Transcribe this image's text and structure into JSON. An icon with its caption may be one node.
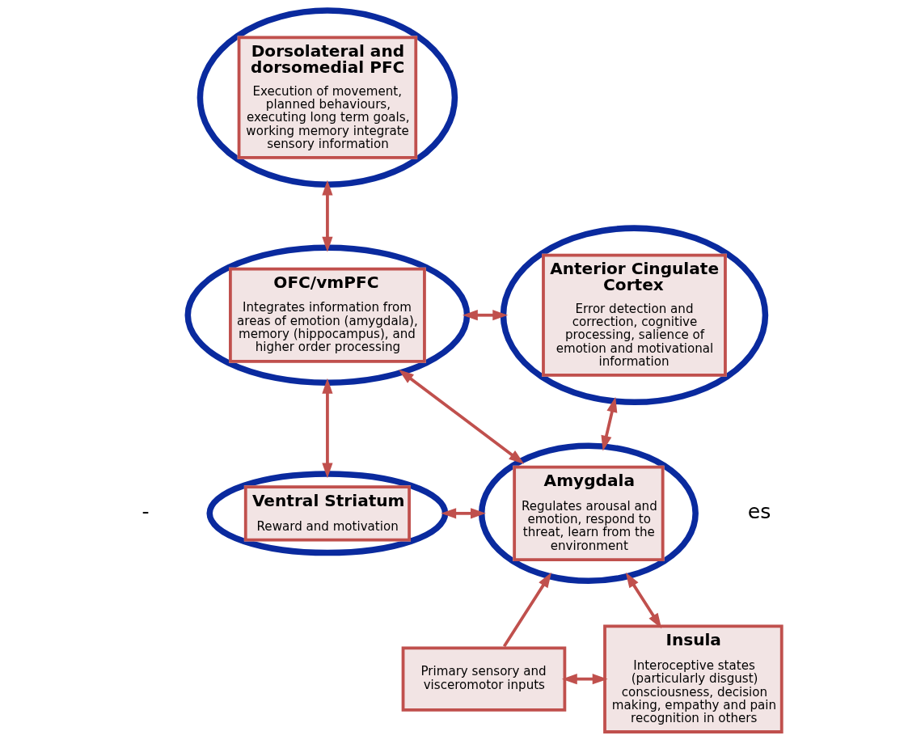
{
  "diagram": {
    "nodes": [
      {
        "text": [
          "Dorsolateral and dorsomedial PFC",
          "Execution of movement, planned behaviours, executing long term goals, working memory integrate sensory information"
        ]
      },
      {
        "text": [
          "OFC/vmPFC",
          "Integrates information from areas of emotion (amygdala), memory (hippocampus), and higher order processing"
        ]
      },
      {
        "text": [
          "Anterior Cingulate Cortex",
          "Error detection and correction, cognitive processing, salience of emotion and motivational information"
        ]
      },
      {
        "text": [
          "Ventral Striatum",
          "Reward and motivation"
        ]
      },
      {
        "text": [
          "Amygdala",
          "Regulates arousal and emotion, respond to threat, learn from the environment"
        ]
      },
      {
        "text": [
          "Insula",
          "Interoceptive states (particularly disgust) consciousness, decision making, empathy and pain recognition in others"
        ]
      },
      {
        "text": [
          "Primary sensory and visceromotor inputs"
        ]
      }
    ],
    "edges": [
      {
        "from": 0,
        "to": 1,
        "arrow": "both"
      },
      {
        "from": 1,
        "to": 3,
        "arrow": "both"
      },
      {
        "from": 1,
        "to": 2,
        "arrow": "both"
      },
      {
        "from": 1,
        "to": 4,
        "arrow": "both"
      },
      {
        "from": 3,
        "to": 4,
        "arrow": "both"
      },
      {
        "from": 2,
        "to": 4,
        "arrow": "both"
      },
      {
        "from": 4,
        "to": 5,
        "arrow": "both"
      },
      {
        "from": 6,
        "to": 4,
        "arrow": "to"
      },
      {
        "from": 6,
        "to": 5,
        "arrow": "both"
      }
    ],
    "labels": [
      "es",
      "-"
    ]
  }
}
